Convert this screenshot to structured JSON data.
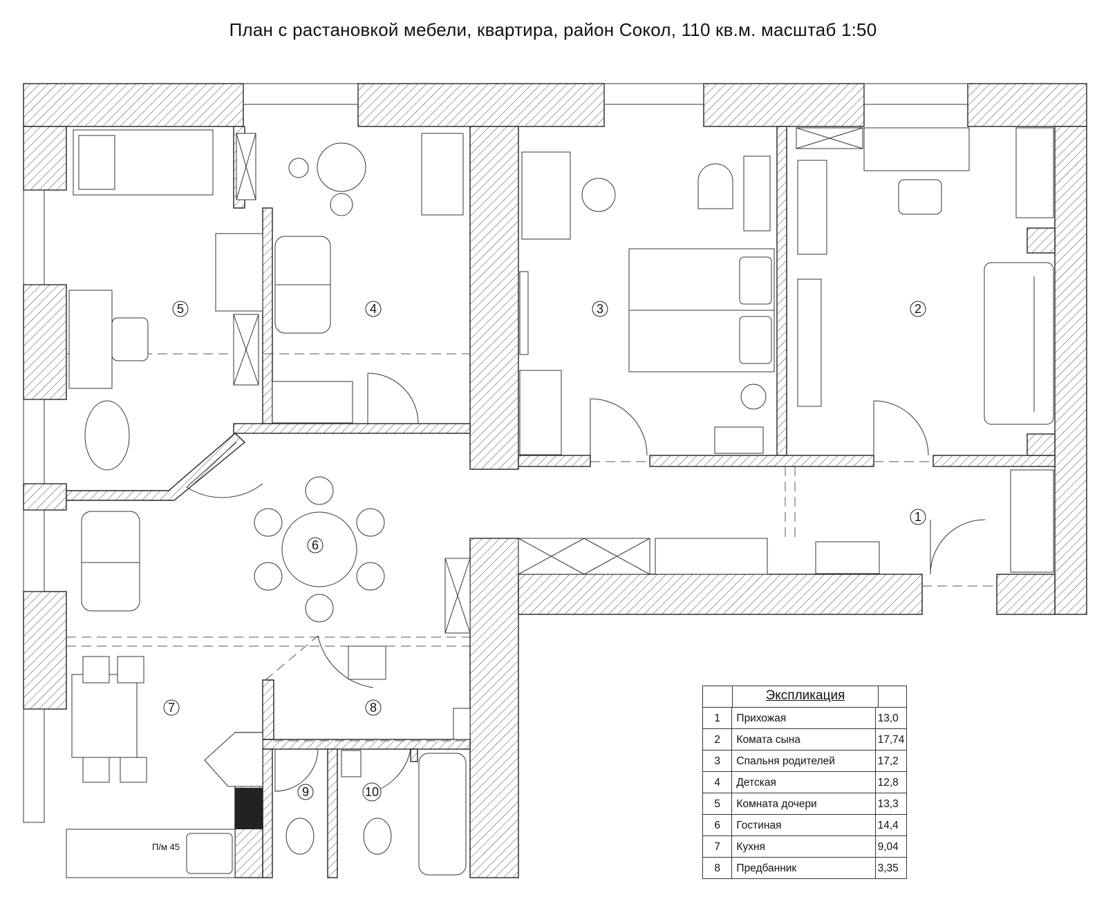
{
  "title": "План с растановкой мебели, квартира, район Сокол, 110 кв.м.  масштаб 1:50",
  "room_numbers": [
    "1",
    "2",
    "3",
    "4",
    "5",
    "6",
    "7",
    "8",
    "9",
    "10"
  ],
  "note_label": "П/м 45",
  "explication": {
    "title": "Экспликация",
    "rows": [
      {
        "n": "1",
        "name": "Прихожая",
        "area": "13,0"
      },
      {
        "n": "2",
        "name": "Комата сына",
        "area": "17,74"
      },
      {
        "n": "3",
        "name": "Спальня родителей",
        "area": "17,2"
      },
      {
        "n": "4",
        "name": "Детская",
        "area": "12,8"
      },
      {
        "n": "5",
        "name": "Комната дочери",
        "area": "13,3"
      },
      {
        "n": "6",
        "name": "Гостиная",
        "area": "14,4"
      },
      {
        "n": "7",
        "name": "Кухня",
        "area": "9,04"
      },
      {
        "n": "8",
        "name": "Предбанник",
        "area": "3,35"
      }
    ]
  }
}
